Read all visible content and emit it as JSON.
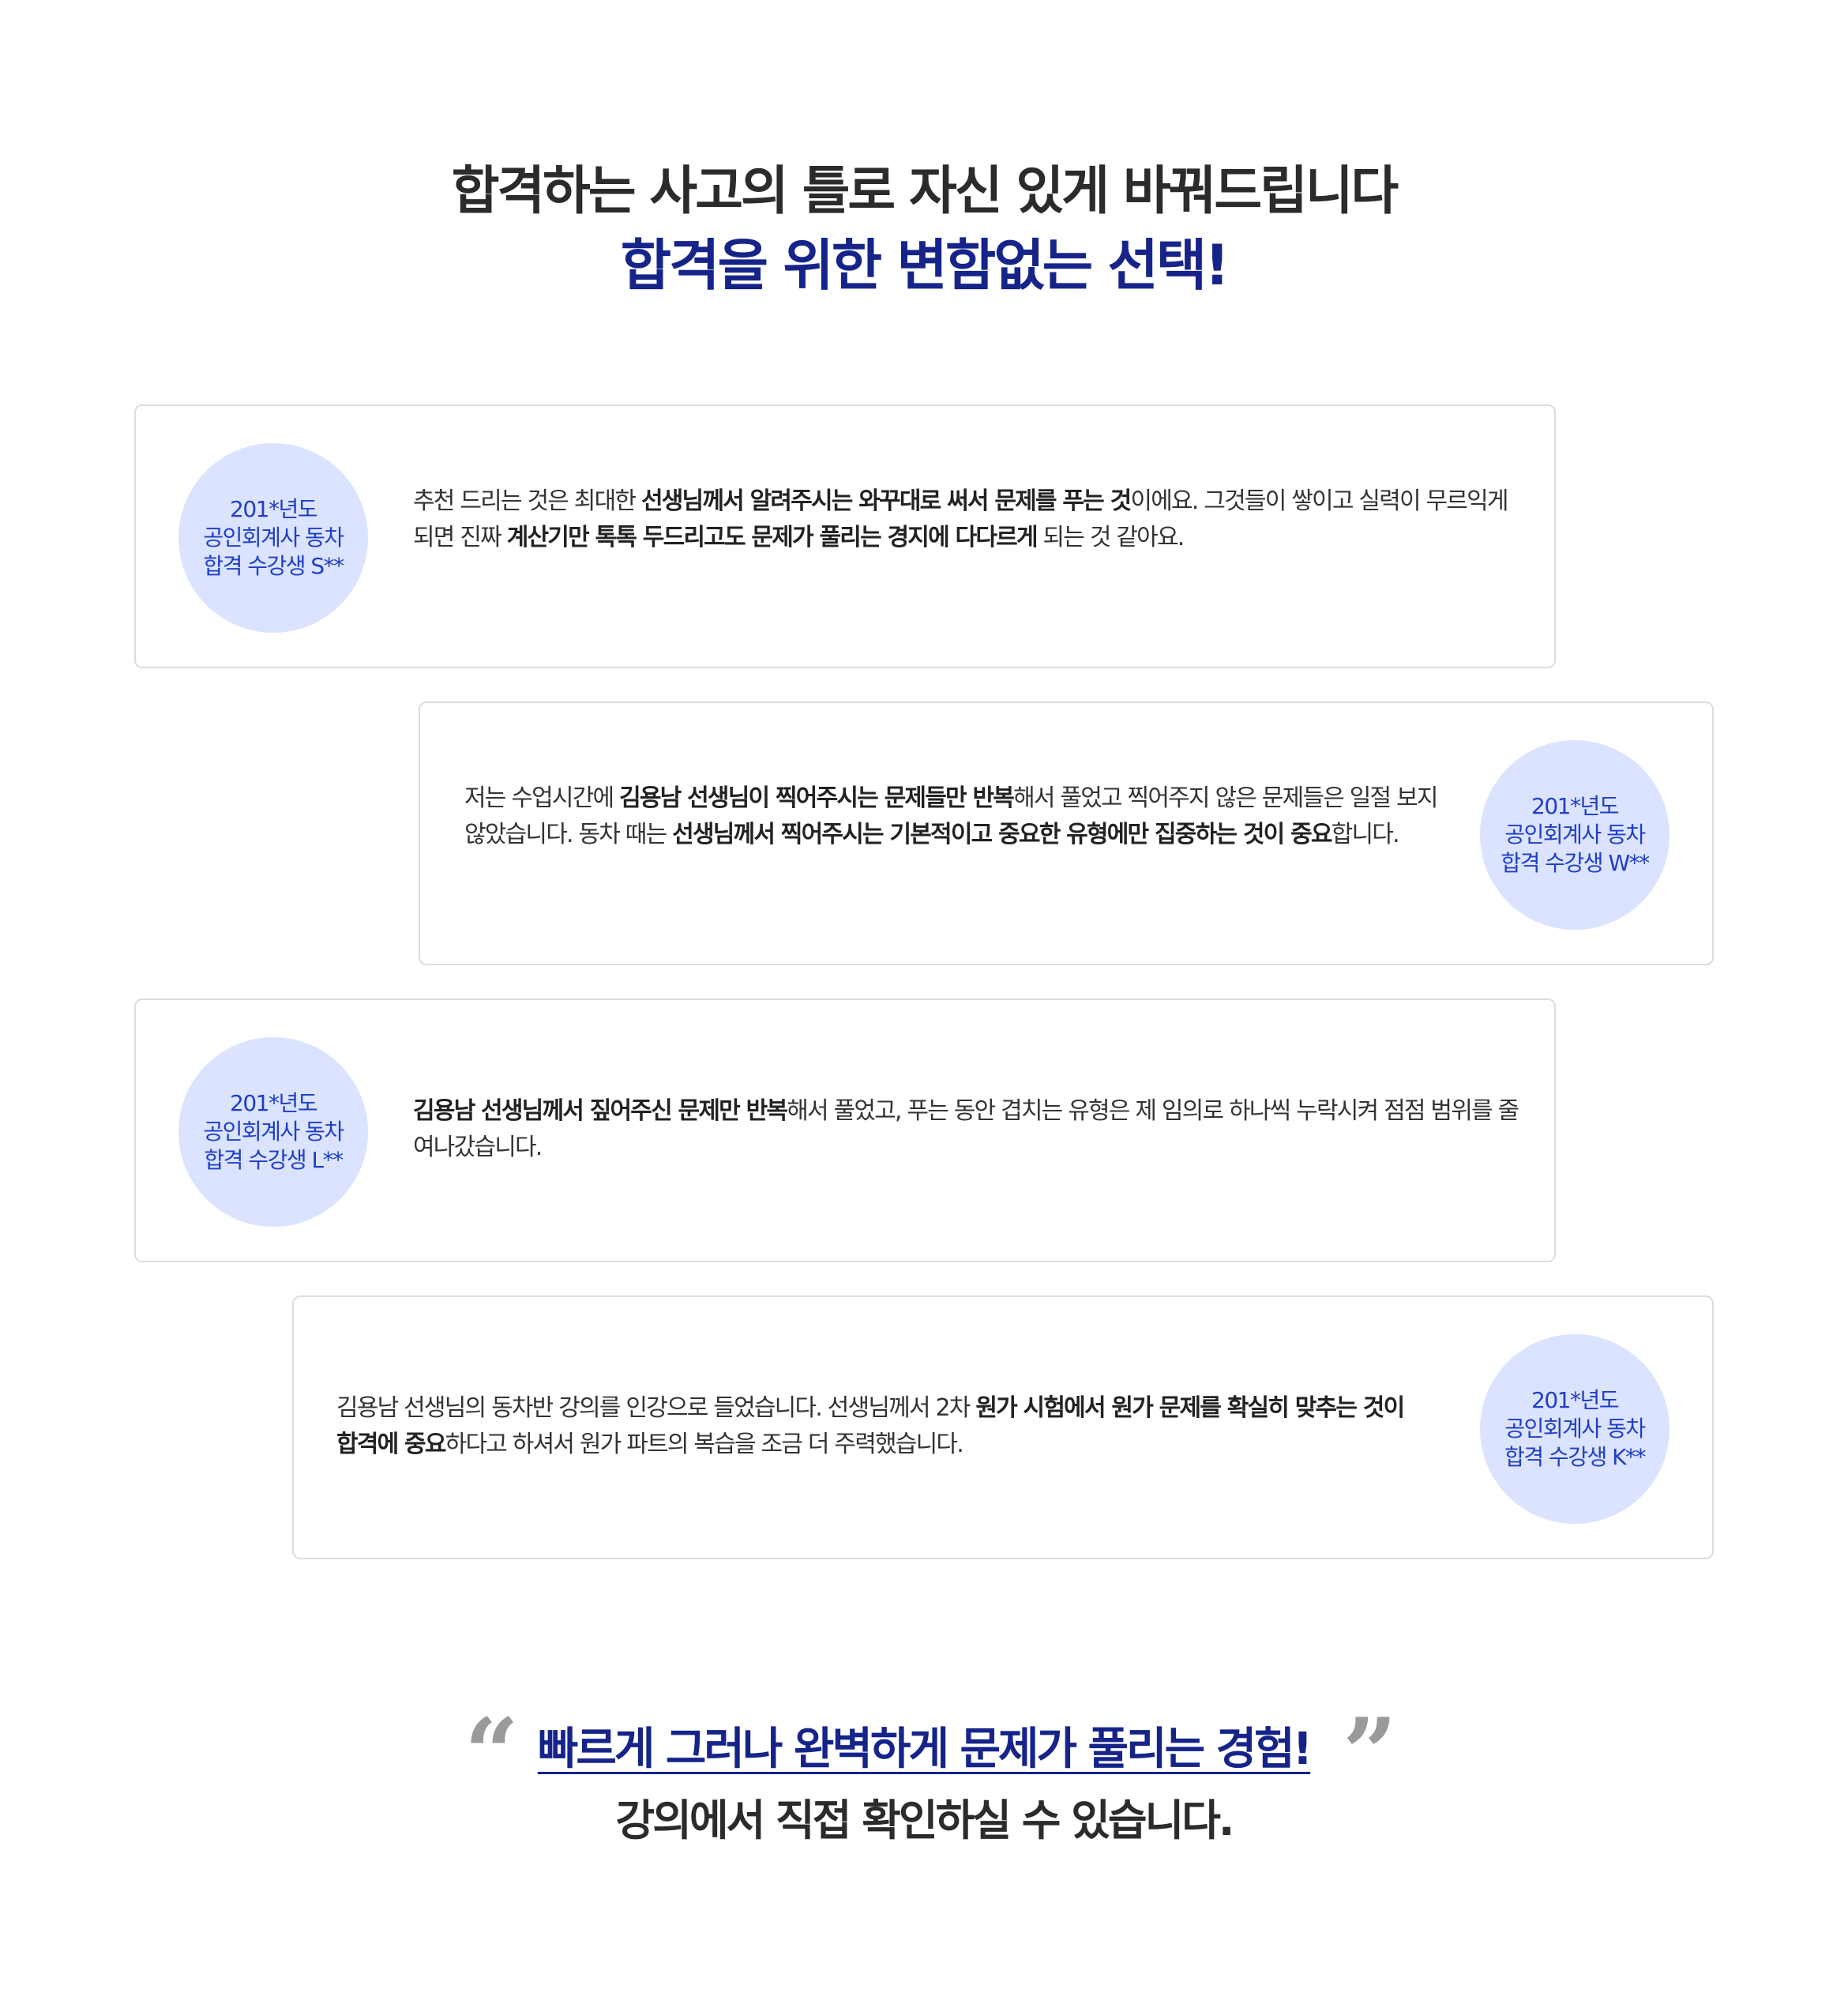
{
  "header": {
    "line1": "합격하는 사고의 틀로 자신 있게 바꿔드립니다",
    "line2": "합격을 위한 변함없는 선택!"
  },
  "testimonials": [
    {
      "badge": [
        "201*년도",
        "공인회계사 동차",
        "합격 수강생 S**"
      ],
      "segments": [
        {
          "t": "추천 드리는 것은 최대한 ",
          "b": false
        },
        {
          "t": "선생님께서 알려주시는 와꾸대로 써서 문제를 푸는 것",
          "b": true
        },
        {
          "t": "이에요. 그것들이 쌓이고 실력이 무르익게 되면 진짜 ",
          "b": false
        },
        {
          "t": "계산기만 톡톡 두드리고도 문제가 풀리는 경지에 다다르게",
          "b": true
        },
        {
          "t": " 되는 것 같아요.",
          "b": false
        }
      ]
    },
    {
      "badge": [
        "201*년도",
        "공인회계사 동차",
        "합격 수강생 W**"
      ],
      "segments": [
        {
          "t": "저는 수업시간에 ",
          "b": false
        },
        {
          "t": "김용남 선생님이 찍어주시는 문제들만 반복",
          "b": true
        },
        {
          "t": "해서 풀었고 찍어주지 않은 문제들은 일절 보지 않았습니다. 동차 때는 ",
          "b": false
        },
        {
          "t": "선생님께서 찍어주시는 기본적이고 중요한 유형에만 집중하는 것이 중요",
          "b": true
        },
        {
          "t": "합니다.",
          "b": false
        }
      ]
    },
    {
      "badge": [
        "201*년도",
        "공인회계사 동차",
        "합격 수강생 L**"
      ],
      "segments": [
        {
          "t": "김용남 선생님께서 짚어주신 문제만 반복",
          "b": true
        },
        {
          "t": "해서 풀었고, 푸는 동안 겹치는 유형은 제 임의로 하나씩 누락시켜 점점 범위를 줄여나갔습니다.",
          "b": false
        }
      ]
    },
    {
      "badge": [
        "201*년도",
        "공인회계사 동차",
        "합격 수강생 K**"
      ],
      "segments": [
        {
          "t": "김용남 선생님의 동차반 강의를 인강으로 들었습니다. 선생님께서 2차 ",
          "b": false
        },
        {
          "t": "원가 시험에서 원가 문제를 확실히 맞추는 것이 합격에 중요",
          "b": true
        },
        {
          "t": "하다고 하셔서 원가 파트의 복습을 조금 더 주력했습니다.",
          "b": false
        }
      ]
    }
  ],
  "closing": {
    "open_mark": "“",
    "close_mark": "”",
    "highlight": "빠르게 그러나 완벽하게 문제가 풀리는 경험!",
    "sub": "강의에서 직접 확인하실 수 있습니다."
  }
}
